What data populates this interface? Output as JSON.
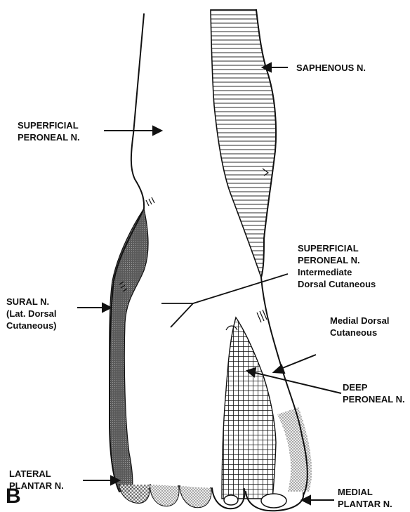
{
  "figure_label": "B",
  "labels": {
    "saphenous": [
      "SAPHENOUS N."
    ],
    "superficial_peroneal_top": [
      "SUPERFICIAL",
      "PERONEAL N."
    ],
    "superficial_peroneal_intermediate": [
      "SUPERFICIAL",
      "PERONEAL N.",
      "Intermediate",
      "Dorsal Cutaneous"
    ],
    "sural": [
      "SURAL N.",
      "(Lat. Dorsal",
      "Cutaneous)"
    ],
    "medial_dorsal": [
      "Medial Dorsal",
      "Cutaneous"
    ],
    "deep_peroneal": [
      "DEEP",
      "PERONEAL N."
    ],
    "lateral_plantar": [
      "LATERAL",
      "PLANTAR N."
    ],
    "medial_plantar": [
      "MEDIAL",
      "PLANTAR N."
    ]
  },
  "colors": {
    "ink": "#111111",
    "paper": "#ffffff",
    "sural_fill": "#6f6f6f",
    "plantar_fill": "#d8d8d8"
  }
}
